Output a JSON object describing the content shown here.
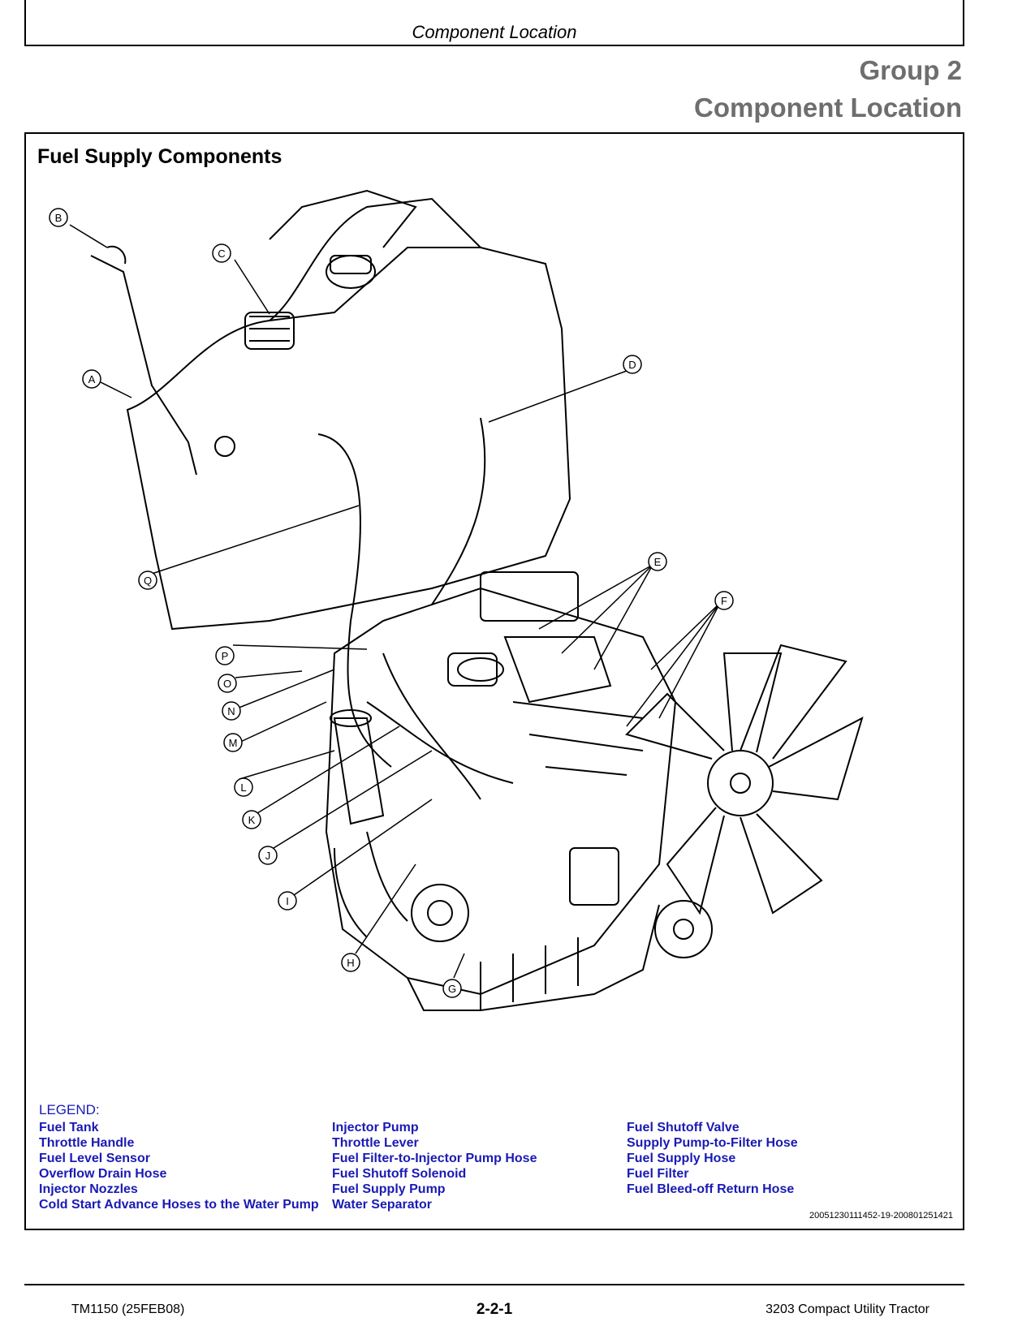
{
  "header": {
    "title": "Component Location"
  },
  "group": {
    "number": "Group 2",
    "title": "Component Location"
  },
  "figure": {
    "title": "Fuel Supply Components",
    "figure_id": "20051230111452-19-200801251421",
    "callouts": [
      "A",
      "B",
      "C",
      "D",
      "E",
      "F",
      "G",
      "H",
      "I",
      "J",
      "K",
      "L",
      "M",
      "N",
      "O",
      "P",
      "Q"
    ]
  },
  "legend": {
    "heading": "LEGEND:",
    "col1": [
      "Fuel Tank",
      "Throttle Handle",
      "Fuel Level Sensor",
      "Overflow Drain Hose",
      "Injector Nozzles",
      "Cold Start Advance Hoses to the Water Pump"
    ],
    "col2": [
      "Injector Pump",
      "Throttle Lever",
      "Fuel Filter-to-Injector Pump Hose",
      "Fuel Shutoff Solenoid",
      "Fuel Supply Pump",
      "Water Separator"
    ],
    "col3": [
      "Fuel Shutoff Valve",
      "Supply Pump-to-Filter Hose",
      "Fuel Supply Hose",
      "Fuel Filter",
      "Fuel Bleed-off Return Hose"
    ]
  },
  "footer": {
    "left": "TM1150 (25FEB08)",
    "center": "2-2-1",
    "right": "3203 Compact Utility Tractor"
  }
}
